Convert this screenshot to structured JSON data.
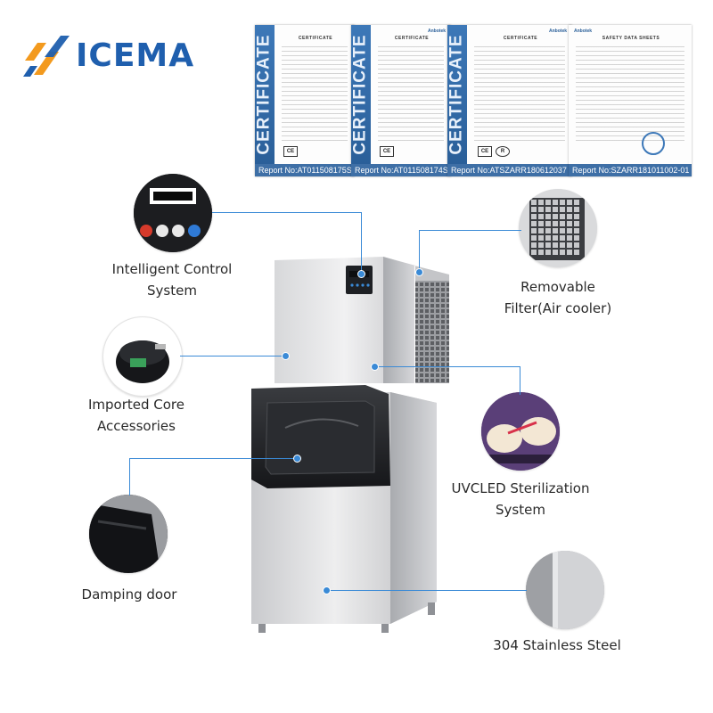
{
  "brand": {
    "name": "ICEMA"
  },
  "certificates": [
    {
      "side_text": "CERTIFICATE",
      "title": "CERTIFICATE",
      "report": "Report No:AT011508175S"
    },
    {
      "side_text": "CERTIFICATE",
      "title": "CERTIFICATE",
      "report": "Report No:AT011508174S"
    },
    {
      "side_text": "CERTIFICATE",
      "title": "CERTIFICATE",
      "report": "Report No:ATSZARR180612037"
    },
    {
      "side_text": "",
      "title": "SAFETY DATA SHEETS",
      "report": "Report No:SZARR181011002-01"
    }
  ],
  "features": {
    "control": {
      "line1": "Intelligent Control",
      "line2": "System"
    },
    "filter": {
      "line1": "Removable",
      "line2": "Filter(Air cooler)"
    },
    "core": {
      "line1": "Imported Core",
      "line2": "Accessories"
    },
    "uvc": {
      "line1": "UVCLED Sterilization",
      "line2": "System"
    },
    "door": {
      "line1": "Damping door"
    },
    "steel": {
      "line1": "304 Stainless Steel"
    }
  },
  "colors": {
    "accent_line": "#3a8ad6",
    "logo_orange": "#f39a1e",
    "logo_blue": "#1f5fae",
    "certificate_blue": "#3d78b8"
  }
}
